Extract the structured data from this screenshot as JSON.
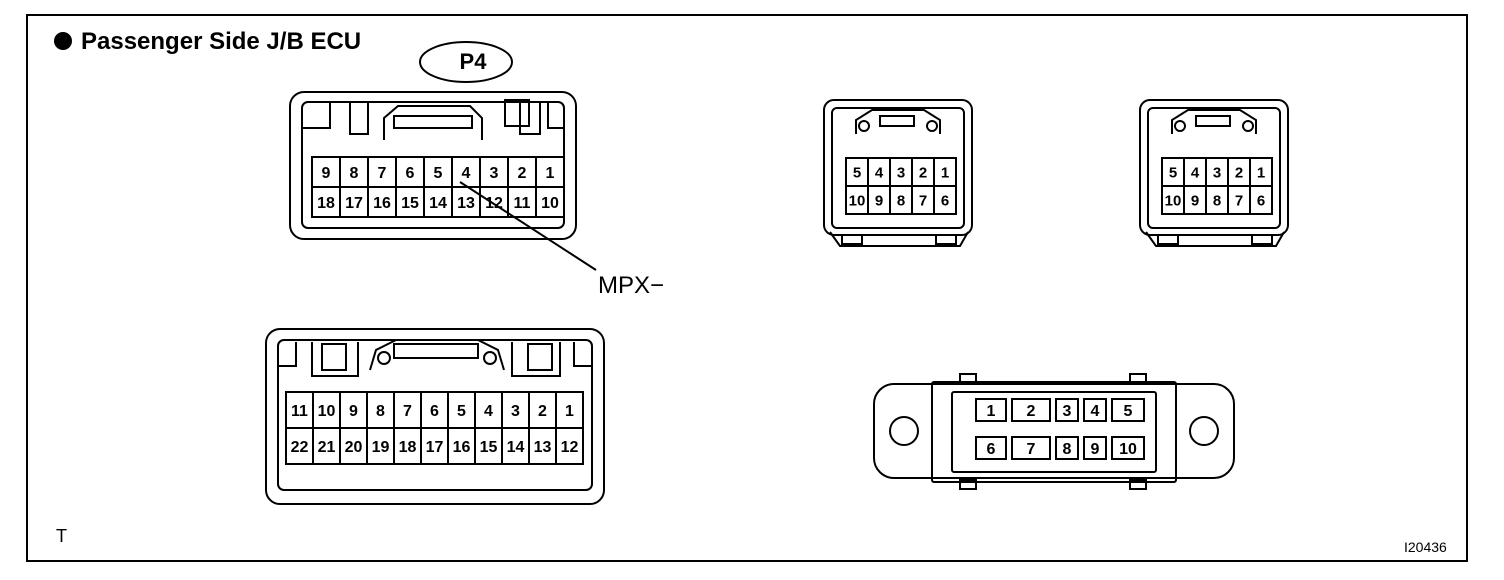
{
  "title": "Passenger Side J/B ECU",
  "connector_code": "P4",
  "terminal_label": "MPX−",
  "corner_letter": "T",
  "figure_id": "I20436",
  "connectors": [
    {
      "name": "p4-connector",
      "rows": [
        [
          "9",
          "8",
          "7",
          "6",
          "5",
          "4",
          "3",
          "2",
          "1"
        ],
        [
          "18",
          "17",
          "16",
          "15",
          "14",
          "13",
          "12",
          "11",
          "10"
        ]
      ]
    },
    {
      "name": "connector-10pin-a",
      "rows": [
        [
          "5",
          "4",
          "3",
          "2",
          "1"
        ],
        [
          "10",
          "9",
          "8",
          "7",
          "6"
        ]
      ]
    },
    {
      "name": "connector-10pin-b",
      "rows": [
        [
          "5",
          "4",
          "3",
          "2",
          "1"
        ],
        [
          "10",
          "9",
          "8",
          "7",
          "6"
        ]
      ]
    },
    {
      "name": "connector-22pin",
      "rows": [
        [
          "11",
          "10",
          "9",
          "8",
          "7",
          "6",
          "5",
          "4",
          "3",
          "2",
          "1"
        ],
        [
          "22",
          "21",
          "20",
          "19",
          "18",
          "17",
          "16",
          "15",
          "14",
          "13",
          "12"
        ]
      ]
    },
    {
      "name": "connector-10pin-flange",
      "rows": [
        [
          "1",
          "2",
          "3",
          "4",
          "5"
        ],
        [
          "6",
          "7",
          "8",
          "9",
          "10"
        ]
      ]
    }
  ]
}
